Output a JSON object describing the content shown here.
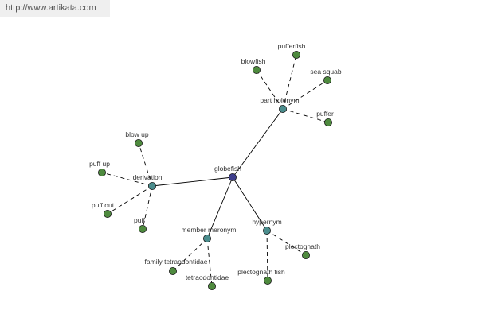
{
  "site_link": {
    "text": "http://www.artikata.com"
  },
  "colors": {
    "center": "#3d3d8c",
    "category": "#4a8c8c",
    "leaf": "#4e8a3e",
    "edge": "#000000",
    "outline": "#1a1a1a"
  },
  "graph": {
    "center": {
      "id": "globefish",
      "label": "globefish"
    },
    "categories": [
      {
        "id": "part-holonym",
        "label": "part holonym",
        "leaves": [
          {
            "id": "blowfish",
            "label": "blowfish"
          },
          {
            "id": "pufferfish",
            "label": "pufferfish"
          },
          {
            "id": "sea-squab",
            "label": "sea squab"
          },
          {
            "id": "puffer",
            "label": "puffer"
          }
        ]
      },
      {
        "id": "derivation",
        "label": "derivation",
        "leaves": [
          {
            "id": "blow-up",
            "label": "blow up"
          },
          {
            "id": "puff-up",
            "label": "puff up"
          },
          {
            "id": "puff-out",
            "label": "puff out"
          },
          {
            "id": "puff",
            "label": "puff"
          }
        ]
      },
      {
        "id": "member-meronym",
        "label": "member meronym",
        "leaves": [
          {
            "id": "family-tetraodontidae",
            "label": "family tetraodontidae"
          },
          {
            "id": "tetraodontidae",
            "label": "tetraodontidae"
          }
        ]
      },
      {
        "id": "hypernym",
        "label": "hypernym",
        "leaves": [
          {
            "id": "plectognath",
            "label": "plectognath"
          },
          {
            "id": "plectognath-fish",
            "label": "plectognath fish"
          }
        ]
      }
    ]
  }
}
